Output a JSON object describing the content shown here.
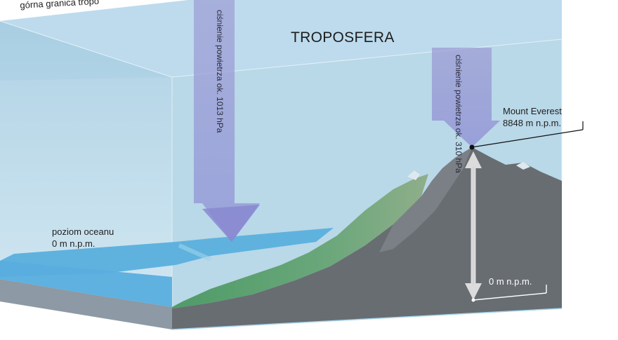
{
  "labels": {
    "top_boundary": "górna granica tropo",
    "title": "TROPOSFERA",
    "ocean_line1": "poziom oceanu",
    "ocean_line2": "0 m n.p.m.",
    "everest_line1": "Mount Everest",
    "everest_line2": "8848 m n.p.m.",
    "zero_level": "0 m n.p.m."
  },
  "pressure_sea": {
    "line1": "ciśnienie",
    "line2": "powietrza",
    "line3": "ok. 1013 hPa"
  },
  "pressure_everest": {
    "line1": "ciśnienie",
    "line2": "powietrza",
    "line3": "ok. 310 hPa"
  },
  "colors": {
    "sky": "#a9cfe3",
    "ocean": "#5fb1dc",
    "mountain": "#6c7075",
    "forest": "#4f9a6a",
    "arrow": "#8f8fd0"
  }
}
